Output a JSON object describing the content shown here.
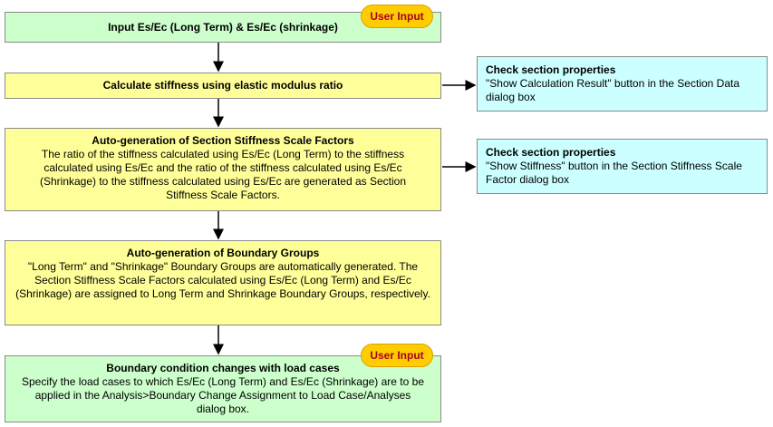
{
  "steps": [
    {
      "title": "Input Es/Ec (Long Term) & Es/Ec (shrinkage)",
      "text": ""
    },
    {
      "title": "Calculate stiffness using elastic modulus ratio",
      "text": ""
    },
    {
      "title": "Auto-generation of Section Stiffness Scale Factors",
      "text": "The ratio of the stiffness calculated using Es/Ec (Long Term) to the stiffness calculated using Es/Ec and the ratio of the stiffness calculated using Es/Ec (Shrinkage) to the stiffness calculated using Es/Ec are generated as Section Stiffness Scale Factors."
    },
    {
      "title": "Auto-generation of Boundary Groups",
      "text": "\"Long Term\" and \"Shrinkage\" Boundary Groups are automatically generated. The Section Stiffness Scale Factors calculated using Es/Ec (Long Term) and Es/Ec (Shrinkage) are assigned to Long Term and Shrinkage Boundary Groups, respectively."
    },
    {
      "title": "Boundary condition changes with load cases",
      "text": "Specify the load cases to which Es/Ec (Long Term) and Es/Ec (Shrinkage) are to be applied in the Analysis>Boundary Change Assignment to Load Case/Analyses dialog box."
    }
  ],
  "side_notes": [
    {
      "title": "Check section properties",
      "text": "\"Show Calculation Result\" button in the Section Data dialog box"
    },
    {
      "title": "Check section properties",
      "text": "\"Show Stiffness\" button in the Section Stiffness Scale Factor dialog box"
    }
  ],
  "badges": {
    "input_label": "User Input"
  },
  "colors": {
    "green": "#ccffcc",
    "yellow": "#ffff99",
    "cyan": "#ccffff",
    "badge": "#ffcc00",
    "badge_text": "#a50021"
  }
}
